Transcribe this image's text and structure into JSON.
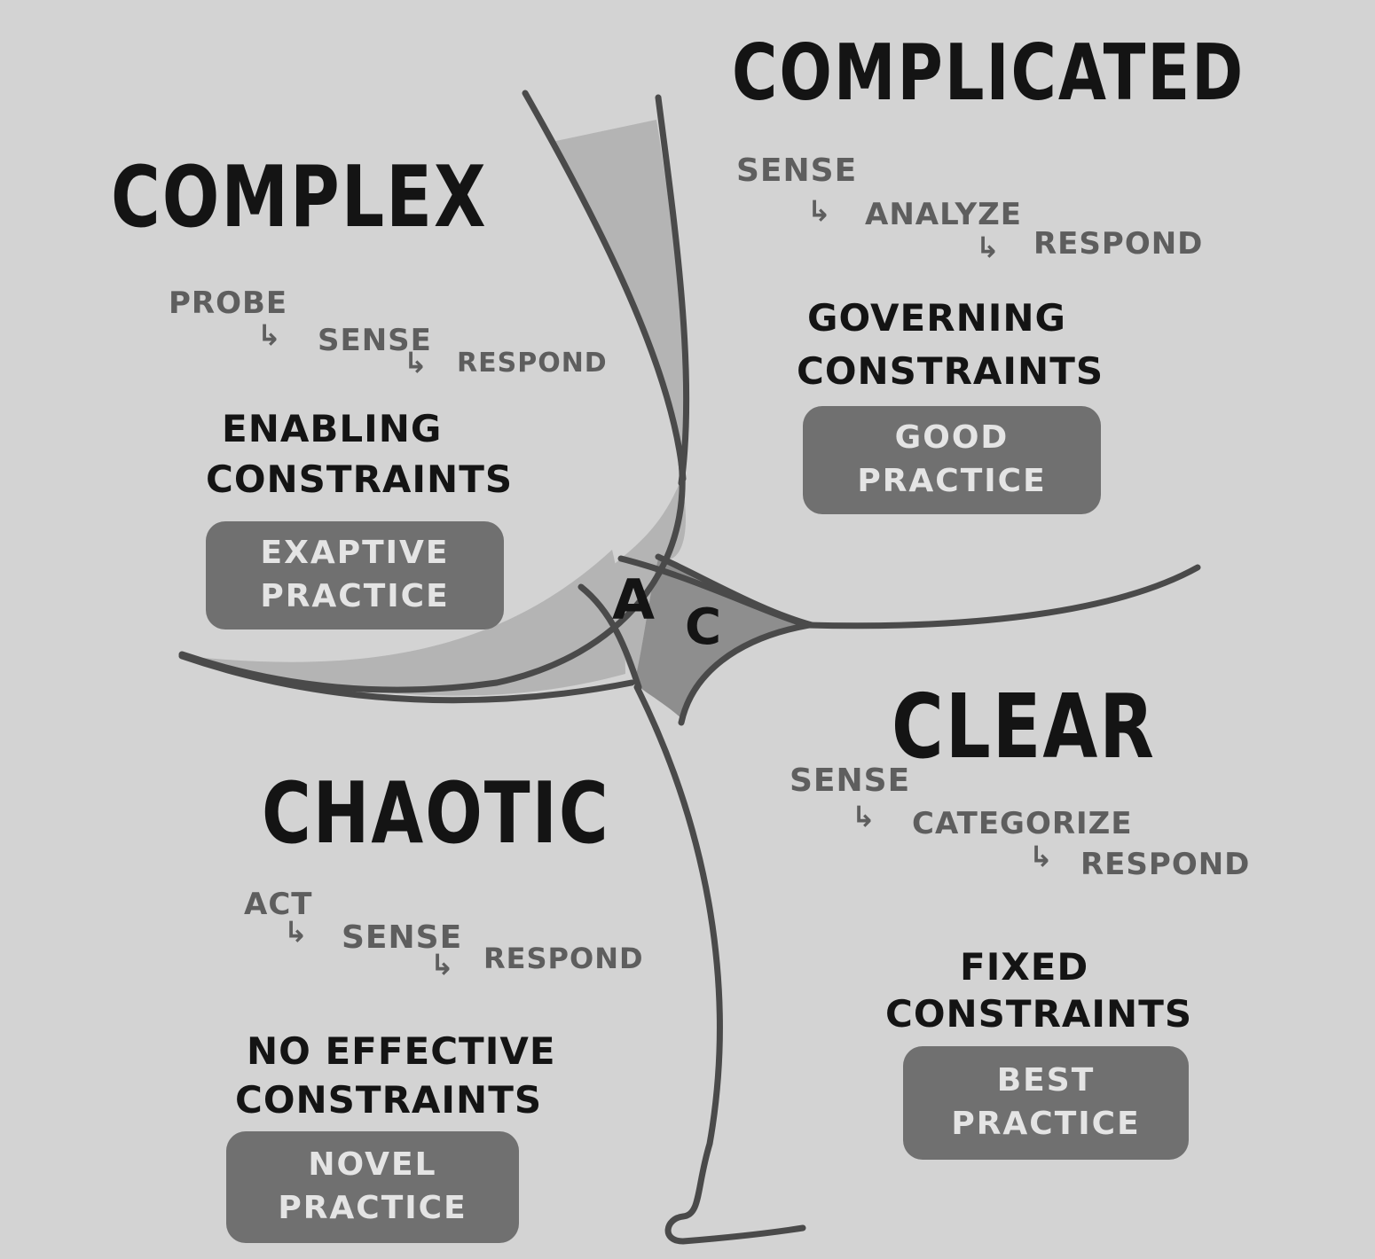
{
  "domains": {
    "complex": {
      "title": "COMPLEX",
      "steps": [
        "PROBE",
        "SENSE",
        "RESPOND"
      ],
      "constraints": [
        "ENABLING",
        "CONSTRAINTS"
      ],
      "practice": [
        "EXAPTIVE",
        "PRACTICE"
      ]
    },
    "complicated": {
      "title": "COMPLICATED",
      "steps": [
        "SENSE",
        "ANALYZE",
        "RESPOND"
      ],
      "constraints": [
        "GOVERNING",
        "CONSTRAINTS"
      ],
      "practice": [
        "GOOD",
        "PRACTICE"
      ]
    },
    "chaotic": {
      "title": "CHAOTIC",
      "steps": [
        "ACT",
        "SENSE",
        "RESPOND"
      ],
      "constraints": [
        "NO EFFECTIVE",
        "CONSTRAINTS"
      ],
      "practice": [
        "NOVEL",
        "PRACTICE"
      ]
    },
    "clear": {
      "title": "CLEAR",
      "steps": [
        "SENSE",
        "CATEGORIZE",
        "RESPOND"
      ],
      "constraints": [
        "FIXED",
        "CONSTRAINTS"
      ],
      "practice": [
        "BEST",
        "PRACTICE"
      ]
    }
  },
  "center": {
    "left_letter": "A",
    "right_letter": "C"
  },
  "colors": {
    "background": "#d3d3d3",
    "line": "#4a4a4a",
    "liminal_fill": "#b4b4b4",
    "core_fill": "#8e8e8e",
    "practice_box": "#707070",
    "title_text": "#141414",
    "step_text": "#5e5e5e"
  },
  "icons": {
    "step_connector": "hook-arrow-icon"
  }
}
